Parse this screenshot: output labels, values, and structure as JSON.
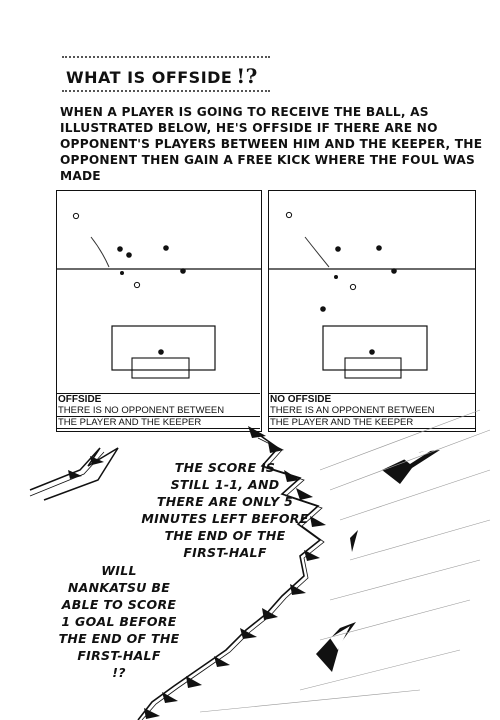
{
  "header": {
    "title": "WHAT IS OFFSIDE",
    "title_mark": "!?"
  },
  "intro": {
    "text": "WHEN A PLAYER IS GOING TO RECEIVE THE BALL, AS ILLUSTRATED BELOW, HE'S OFFSIDE IF THERE ARE NO OPPONENT'S PLAYERS BETWEEN HIM AND THE KEEPER, THE OPPONENT THEN GAIN A FREE KICK WHERE THE FOUL WAS MADE"
  },
  "diagrams": [
    {
      "caption_title": "OFFSIDE",
      "caption_line1": "THERE IS NO OPPONENT BETWEEN",
      "caption_line2": "THE PLAYER AND THE KEEPER"
    },
    {
      "caption_title": "NO OFFSIDE",
      "caption_line1": "THERE IS AN OPPONENT BETWEEN",
      "caption_line2": "THE PLAYER AND THE KEEPER"
    }
  ],
  "narration": {
    "bubble1": [
      "THE SCORE IS",
      "STILL 1-1, AND",
      "THERE ARE ONLY 5",
      "MINUTES LEFT BEFORE",
      "THE END OF THE",
      "FIRST-HALF"
    ],
    "bubble2": [
      "WILL",
      "NANKATSU BE",
      "ABLE TO SCORE",
      "1 GOAL BEFORE",
      "THE END OF THE",
      "FIRST-HALF",
      "!?"
    ]
  },
  "colors": {
    "ink": "#111111",
    "paper": "#ffffff"
  }
}
